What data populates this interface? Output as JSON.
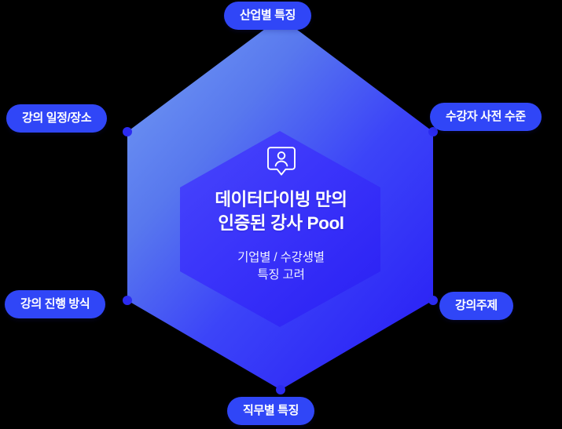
{
  "diagram": {
    "type": "hexagon-radial",
    "background_color": "#000000",
    "outer_hexagon": {
      "gradient_from": "#6B93F2",
      "gradient_to": "#2A22F6",
      "vertex_dot_color": "#2B2BF0"
    },
    "inner_hexagon": {
      "gradient_from": "#4140FB",
      "gradient_to": "#2B22F4"
    },
    "pill_color": "#3046F7",
    "pill_text_color": "#FFFFFF"
  },
  "center": {
    "icon": "user-badge-icon",
    "title": "데이터다이빙 만의\n인증된 강사 Pool",
    "subtitle": "기업별 / 수강생별\n특징 고려"
  },
  "labels": [
    {
      "id": "top",
      "text": "산업별 특징",
      "position": "top"
    },
    {
      "id": "upper-left",
      "text": "강의 일정/장소",
      "position": "upper-left"
    },
    {
      "id": "upper-right",
      "text": "수강자 사전 수준",
      "position": "upper-right"
    },
    {
      "id": "lower-left",
      "text": "강의 진행 방식",
      "position": "lower-left"
    },
    {
      "id": "lower-right",
      "text": "강의주제",
      "position": "lower-right"
    },
    {
      "id": "bottom",
      "text": "직무별 특징",
      "position": "bottom"
    }
  ]
}
